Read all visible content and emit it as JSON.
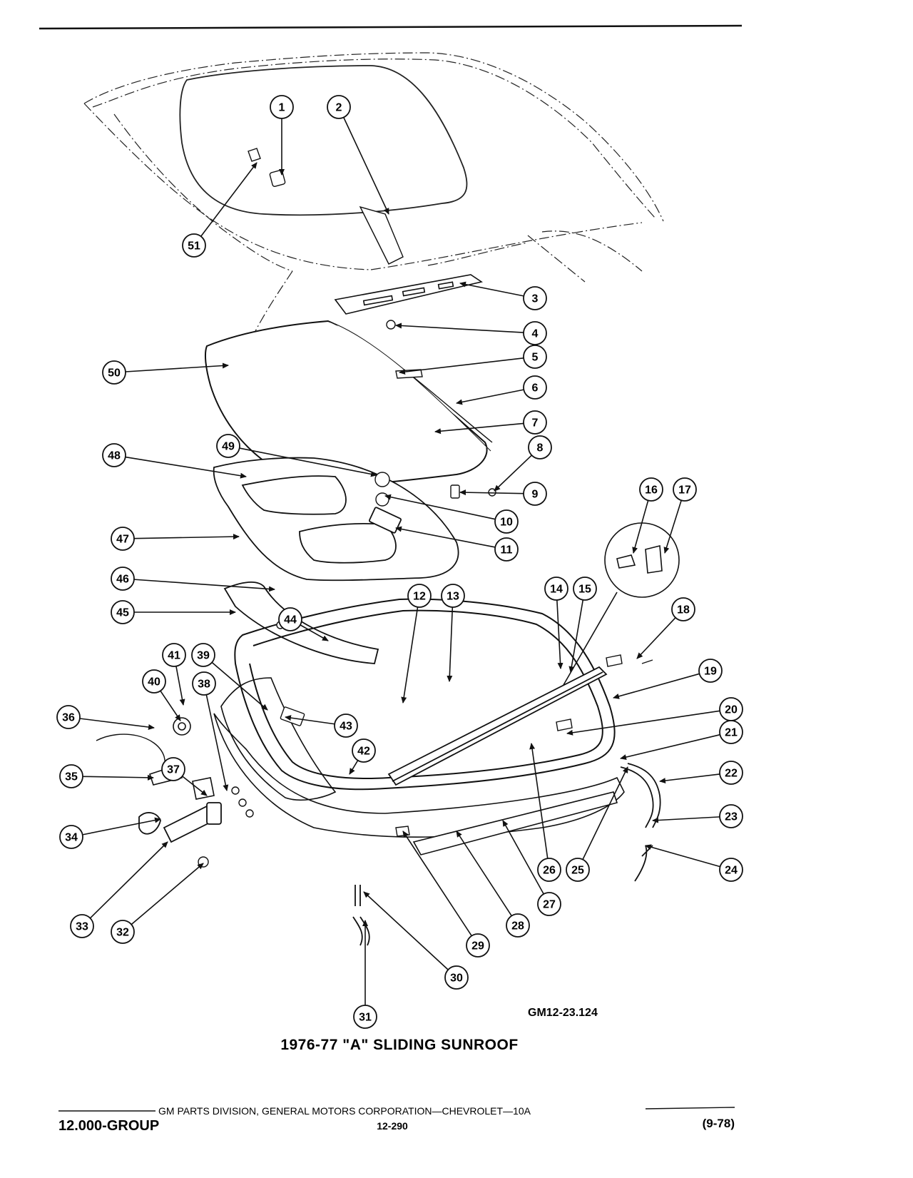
{
  "figure": {
    "id": "GM12-23.124",
    "caption": "1976-77 \"A\" SLIDING SUNROOF"
  },
  "callouts": [
    "1",
    "2",
    "3",
    "4",
    "5",
    "6",
    "7",
    "8",
    "9",
    "10",
    "11",
    "12",
    "13",
    "14",
    "15",
    "16",
    "17",
    "18",
    "19",
    "20",
    "21",
    "22",
    "23",
    "24",
    "25",
    "26",
    "27",
    "28",
    "29",
    "30",
    "31",
    "32",
    "33",
    "34",
    "35",
    "36",
    "37",
    "38",
    "39",
    "40",
    "41",
    "42",
    "43",
    "44",
    "45",
    "46",
    "47",
    "48",
    "49",
    "50",
    "51"
  ],
  "footer": {
    "publisher": "GM PARTS DIVISION, GENERAL MOTORS CORPORATION—CHEVROLET—10A",
    "group": "12.000-GROUP",
    "page": "12-290",
    "date": "(9-78)"
  }
}
